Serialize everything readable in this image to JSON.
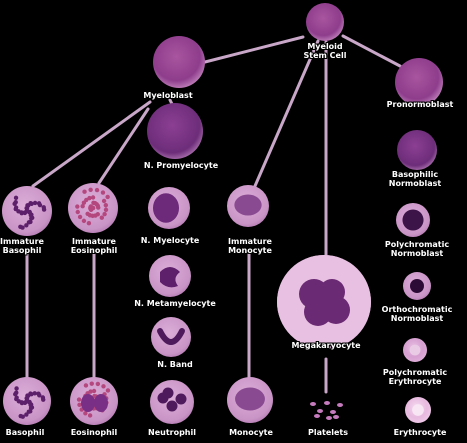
{
  "diagram": {
    "nodes": [
      {
        "id": "myeloid-stem-cell",
        "lines": [
          "Myeloid",
          "Stem Cell"
        ],
        "kind": "blast"
      },
      {
        "id": "myeloblast",
        "lines": [
          "Myeloblast"
        ],
        "kind": "blast"
      },
      {
        "id": "pronormoblast",
        "lines": [
          "Pronormoblast"
        ],
        "kind": "blast"
      },
      {
        "id": "promyelocyte",
        "lines": [
          "N. Promyelocyte"
        ],
        "kind": "blast-dark"
      },
      {
        "id": "basophilic-normoblast",
        "lines": [
          "Basophilic",
          "Normoblast"
        ],
        "kind": "blast-dark"
      },
      {
        "id": "immature-basophil",
        "lines": [
          "Immature",
          "Basophil"
        ],
        "kind": "granular"
      },
      {
        "id": "immature-eosinophil",
        "lines": [
          "Immature",
          "Eosinophil"
        ],
        "kind": "eosin"
      },
      {
        "id": "myelocyte",
        "lines": [
          "N. Myelocyte"
        ],
        "kind": "myelo"
      },
      {
        "id": "immature-monocyte",
        "lines": [
          "Immature",
          "Monocyte"
        ],
        "kind": "mono"
      },
      {
        "id": "polychromatic-normoblast",
        "lines": [
          "Polychromatic",
          "Normoblast"
        ],
        "kind": "normo"
      },
      {
        "id": "metamyelocyte",
        "lines": [
          "N. Metamyelocyte"
        ],
        "kind": "meta"
      },
      {
        "id": "orthochromatic-normoblast",
        "lines": [
          "Orthochromatic",
          "Normoblast"
        ],
        "kind": "ortho"
      },
      {
        "id": "band",
        "lines": [
          "N. Band"
        ],
        "kind": "band"
      },
      {
        "id": "megakaryocyte",
        "lines": [
          "Megakaryocyte"
        ],
        "kind": "mega"
      },
      {
        "id": "polychromatic-erythrocyte",
        "lines": [
          "Polychromatic",
          "Erythrocyte"
        ],
        "kind": "rbc-poly"
      },
      {
        "id": "basophil",
        "lines": [
          "Basophil"
        ],
        "kind": "granular"
      },
      {
        "id": "eosinophil",
        "lines": [
          "Eosinophil"
        ],
        "kind": "eosin"
      },
      {
        "id": "neutrophil",
        "lines": [
          "Neutrophil"
        ],
        "kind": "neutro"
      },
      {
        "id": "monocyte",
        "lines": [
          "Monocyte"
        ],
        "kind": "mono"
      },
      {
        "id": "platelets",
        "lines": [
          "Platelets"
        ],
        "kind": "platelets"
      },
      {
        "id": "erythrocyte",
        "lines": [
          "Erythrocyte"
        ],
        "kind": "rbc"
      }
    ],
    "edges": [
      [
        "myeloid-stem-cell",
        "myeloblast"
      ],
      [
        "myeloid-stem-cell",
        "pronormoblast"
      ],
      [
        "myeloid-stem-cell",
        "immature-monocyte"
      ],
      [
        "myeloid-stem-cell",
        "megakaryocyte"
      ],
      [
        "myeloblast",
        "immature-basophil"
      ],
      [
        "myeloblast",
        "immature-eosinophil"
      ],
      [
        "myeloblast",
        "promyelocyte"
      ],
      [
        "immature-basophil",
        "basophil"
      ],
      [
        "immature-eosinophil",
        "eosinophil"
      ],
      [
        "immature-monocyte",
        "monocyte"
      ],
      [
        "megakaryocyte",
        "platelets"
      ]
    ],
    "colors": {
      "background": "#000000",
      "line": "#c8a7c8",
      "label": "#ffffff",
      "cytoplasm": "#c994c6",
      "nucleus": "#7a2f86",
      "rbc": "#ecc6e6"
    }
  }
}
